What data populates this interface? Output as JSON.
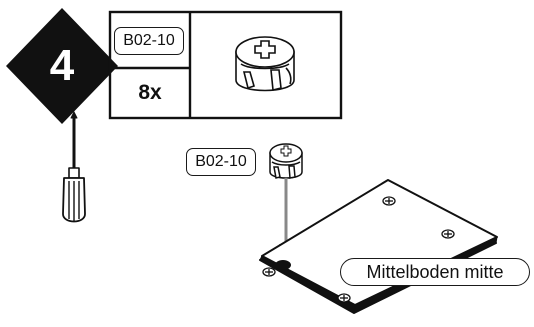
{
  "step": {
    "number": "4"
  },
  "parts_table": {
    "part_code": "B02-10",
    "quantity": "8x",
    "part_icon": "cam-lock-nut-icon"
  },
  "tool": {
    "icon": "screwdriver-icon"
  },
  "assembly": {
    "part_code": "B02-10",
    "board_label": "Mittelboden mitte",
    "arrow_color": "#888888"
  }
}
